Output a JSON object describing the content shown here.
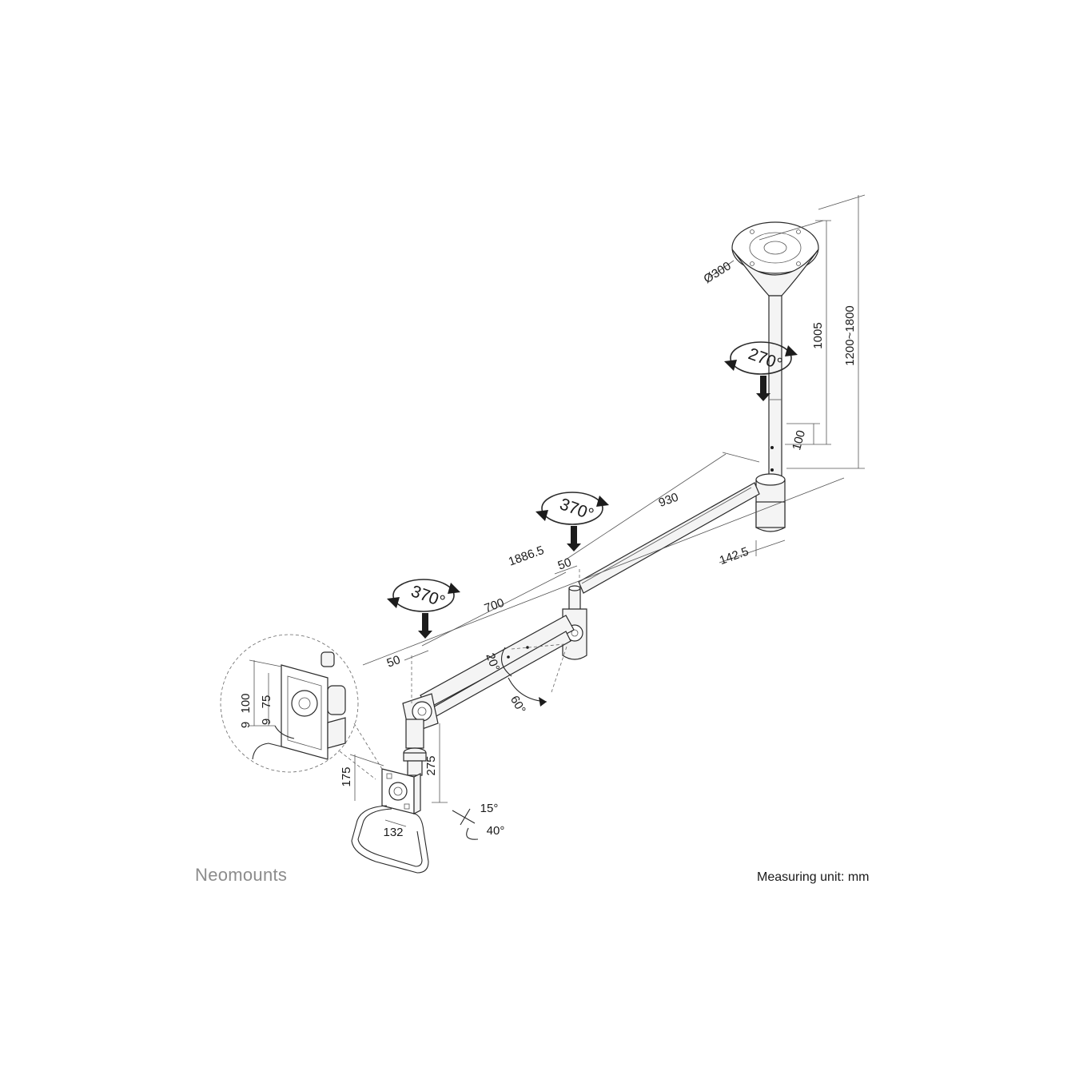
{
  "brand": {
    "name": "Neomounts"
  },
  "footer": {
    "measuring_unit": "Measuring unit: mm"
  },
  "rotations": {
    "pole": "270°",
    "elbow": "370°",
    "head": "370°"
  },
  "dimensions": {
    "plate_diameter": "Ø300",
    "pole_length": "1005",
    "total_height": "1200~1800",
    "height_adjust": "100",
    "arm_long": "930",
    "offset_base": "142.5",
    "arm_total": "1886.5",
    "offset_elbow": "50",
    "arm_short": "700",
    "offset_head": "50",
    "head_drop": "275",
    "vesa_height": "175",
    "vesa_width": "132",
    "detail_outer": "100",
    "detail_inner": "75",
    "detail_depth_a": "9",
    "detail_depth_b": "9"
  },
  "angles": {
    "tilt_up": "20°",
    "tilt_down": "60°",
    "swivel": "15°",
    "rotate": "40°"
  }
}
